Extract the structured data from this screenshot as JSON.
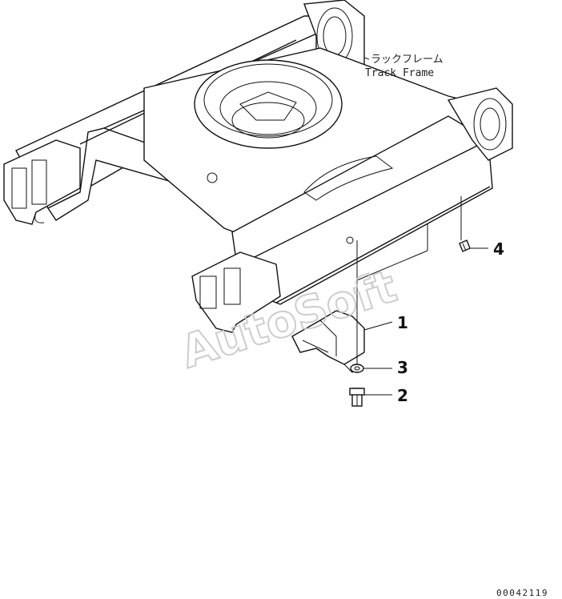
{
  "title": {
    "japanese": "トラックフレーム",
    "english": "Track Frame"
  },
  "callouts": [
    {
      "id": "callout-1",
      "number": "1"
    },
    {
      "id": "callout-2",
      "number": "2"
    },
    {
      "id": "callout-3",
      "number": "3"
    },
    {
      "id": "callout-4",
      "number": "4"
    }
  ],
  "watermark": "AutoSoft",
  "drawing_number": "00042119"
}
